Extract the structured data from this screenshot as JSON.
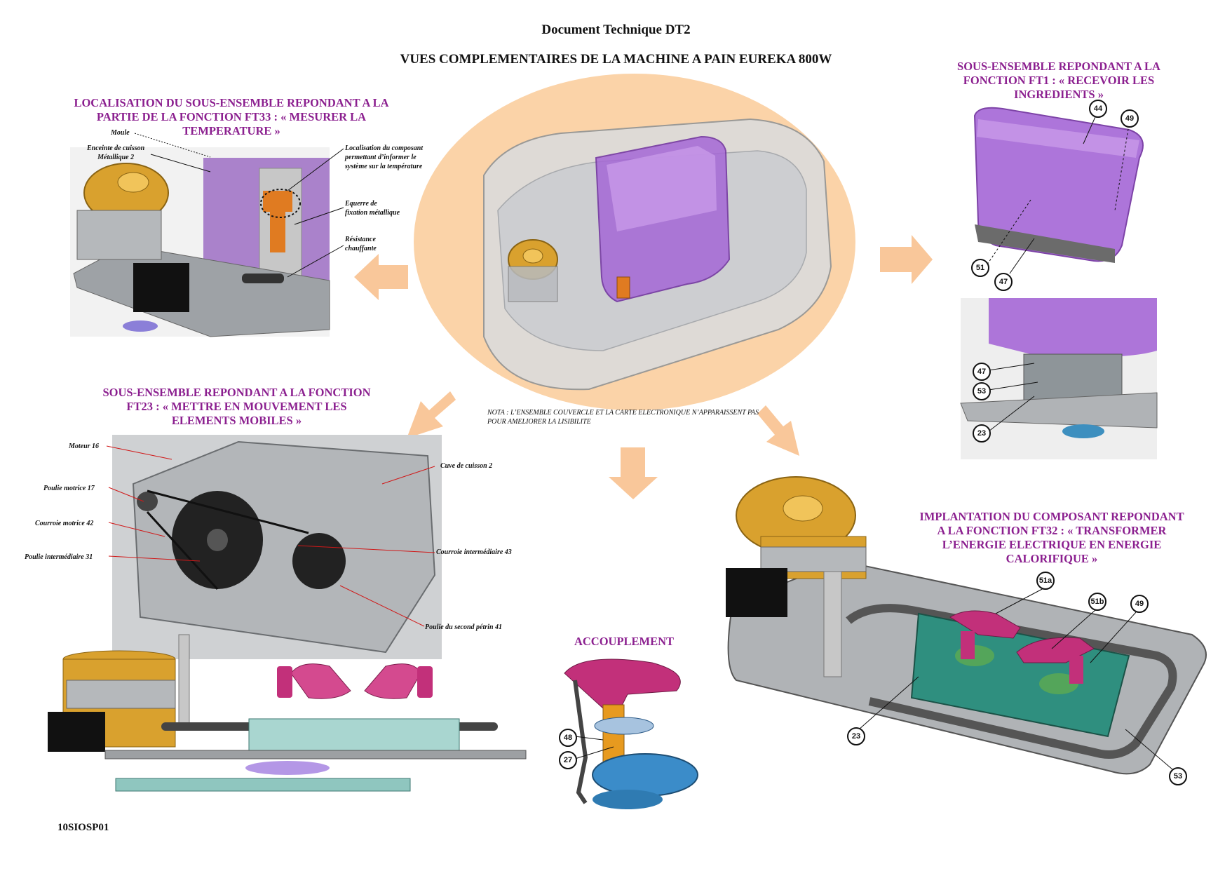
{
  "header": {
    "doc_title": "Document Technique DT2",
    "main_title": "VUES COMPLEMENTAIRES DE LA MACHINE A PAIN EUREKA 800W"
  },
  "panel_ft33": {
    "title_lines": [
      "LOCALISATION DU SOUS-ENSEMBLE REPONDANT A LA",
      "PARTIE DE LA FONCTION FT33 : « MESURER LA",
      "TEMPERATURE »"
    ],
    "labels": {
      "moule": "Moule",
      "enceinte": [
        "Enceinte de cuisson",
        "Métallique 2"
      ],
      "localisation": [
        "Localisation du composant",
        "permettant d’informer le",
        "système sur la température"
      ],
      "equerre": [
        "Equerre de",
        "fixation métallique"
      ],
      "resistance": [
        "Résistance",
        "chauffante"
      ]
    }
  },
  "panel_ft1": {
    "title_lines": [
      "SOUS-ENSEMBLE REPONDANT A LA",
      "FONCTION FT1 : « RECEVOIR LES",
      "INGREDIENTS »"
    ],
    "callouts_top": [
      "44",
      "49",
      "51",
      "47"
    ],
    "callouts_bottom": [
      "47",
      "53",
      "23"
    ]
  },
  "panel_ft23": {
    "title_lines": [
      "SOUS-ENSEMBLE REPONDANT A LA FONCTION",
      "FT23 : « METTRE EN MOUVEMENT LES",
      "ELEMENTS MOBILES »"
    ],
    "labels": {
      "moteur": "Moteur 16",
      "poulie_motrice": "Poulie motrice 17",
      "courroie_motrice": "Courroie motrice 42",
      "poulie_intermediaire": "Poulie intermédiaire 31",
      "cuve": "Cuve de cuisson 2",
      "courroie_intermediaire": "Courroie intermédiaire 43",
      "poulie_petrin": "Poulie du second pétrin 41"
    }
  },
  "note": {
    "lines": [
      "NOTA : L’ENSEMBLE COUVERCLE ET LA CARTE ELECTRONIQUE N’APPARAISSENT PAS",
      "POUR AMELIORER LA LISIBILITE"
    ]
  },
  "panel_ft32": {
    "title_lines": [
      "IMPLANTATION DU COMPOSANT REPONDANT",
      "A LA FONCTION FT32 : « TRANSFORMER",
      "L’ENERGIE ELECTRIQUE EN ENERGIE",
      "CALORIFIQUE »"
    ],
    "callouts": [
      "51a",
      "51b",
      "49",
      "23",
      "53"
    ]
  },
  "panel_accouplement": {
    "title": "ACCOUPLEMENT",
    "callouts": [
      "48",
      "27"
    ]
  },
  "footer": {
    "code": "10SIOSP01"
  },
  "colors": {
    "title_purple": "#8b1f8f",
    "arrow_orange": "#f9c79a",
    "ellipse_orange": "#fbd3a8",
    "motor_gold": "#d9a12e",
    "tank_purple": "#a567d6",
    "paddle_magenta": "#c2307a"
  }
}
